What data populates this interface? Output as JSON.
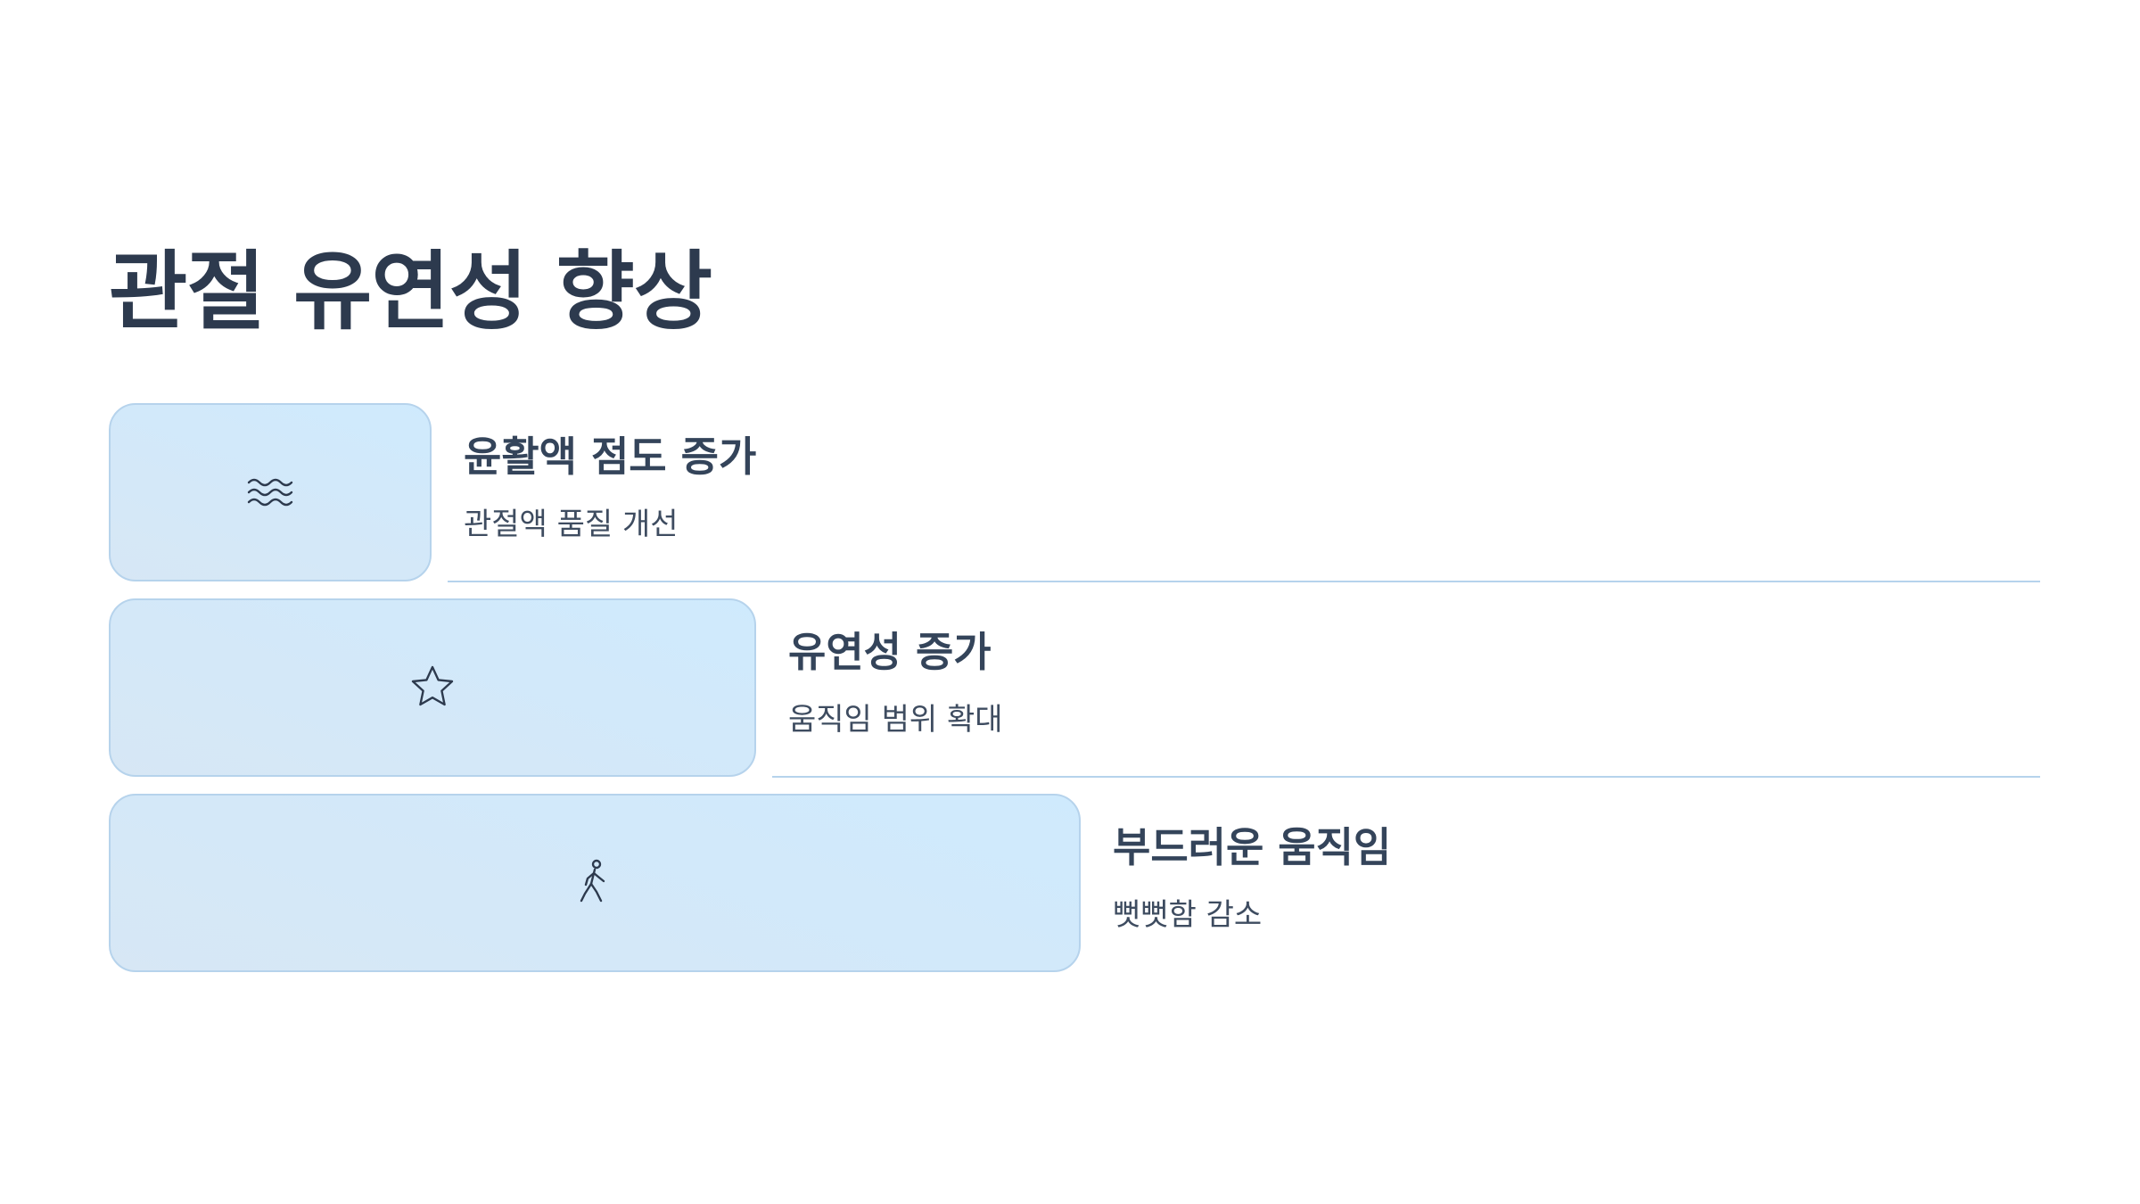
{
  "title": "관절 유연성 향상",
  "items": [
    {
      "title": "윤활액 점도 증가",
      "description": "관절액 품질 개선",
      "icon": "waves-icon"
    },
    {
      "title": "유연성 증가",
      "description": "움직임 범위 확대",
      "icon": "star-icon"
    },
    {
      "title": "부드러운 움직임",
      "description": "뻣뻣함 감소",
      "icon": "walking-person-icon"
    }
  ],
  "colors": {
    "title": "#2d3a4e",
    "box_fill_start": "#cfeafd",
    "box_fill_end": "#d7e7f5",
    "box_border": "#b6d3ec",
    "divider": "#b6d3ec"
  }
}
